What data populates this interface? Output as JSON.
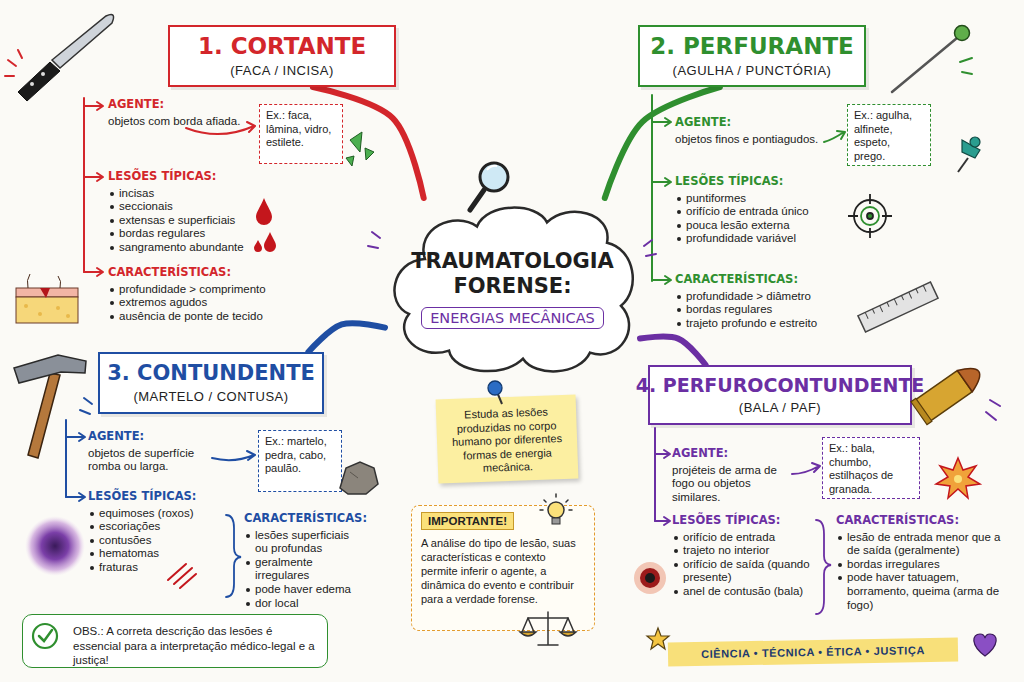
{
  "diagram": {
    "nodes": [
      {
        "text": [
          "1. CORTANTE",
          "(FACA / INCISA)"
        ]
      },
      {
        "text": [
          "Ex.: faca, lâmina, vidro, estilete."
        ]
      },
      {
        "text": [
          "2. PERFURANTE",
          "(AGULHA / PUNCTÓRIA)"
        ]
      },
      {
        "text": [
          "Ex.: agulha, alfinete, espeto, prego."
        ]
      },
      {
        "text": [
          "TRAUMATOLOGIA FORENSE:",
          "ENERGIAS MECÂNICAS"
        ]
      },
      {
        "text": [
          "Estuda as lesões produzidas no corpo humano por diferentes formas de energia mecânica."
        ]
      },
      {
        "text": [
          "3. CONTUNDENTE",
          "(MARTELO / CONTUSA)"
        ]
      },
      {
        "text": [
          "Ex.: martelo, pedra, cabo, paulão."
        ]
      },
      {
        "text": [
          "4. PERFUROCONTUNDENTE",
          "(BALA / PAF)"
        ]
      },
      {
        "text": [
          "Ex.: bala, chumbo, estilhaços de granada."
        ]
      },
      {
        "text": [
          "IMPORTANTE!",
          "A análise do tipo de lesão, suas características e contexto permite inferir o agente, a dinâmica do evento e contribuir para a verdade forense."
        ]
      },
      {
        "text": [
          "OBS.: A correta descrição das lesões é essencial para a interpretação médico-legal e a justiça!"
        ]
      },
      {
        "text": [
          "CIÊNCIA • TÉCNICA • ÉTICA • JUSTIÇA"
        ]
      }
    ],
    "edges": [
      {
        "from": 4,
        "to": 0,
        "arrow": "none"
      },
      {
        "from": 4,
        "to": 2,
        "arrow": "none"
      },
      {
        "from": 4,
        "to": 6,
        "arrow": "none"
      },
      {
        "from": 4,
        "to": 8,
        "arrow": "none"
      }
    ],
    "labels": [
      "AGENTE:",
      "objetos com borda afiada.",
      "LESÕES TÍPICAS:",
      "incisas",
      "seccionais",
      "extensas e superficiais",
      "bordas regulares",
      "sangramento abundante",
      "CARACTERÍSTICAS:",
      "profundidade > comprimento",
      "extremos agudos",
      "ausência de ponte de tecido",
      "AGENTE:",
      "objetos finos e pontiagudos.",
      "LESÕES TÍPICAS:",
      "puntiformes",
      "orifício de entrada único",
      "pouca lesão externa",
      "profundidade variável",
      "CARACTERÍSTICAS:",
      "profundidade > diâmetro",
      "bordas regulares",
      "trajeto profundo e estreito",
      "AGENTE:",
      "objetos de superfície romba ou larga.",
      "LESÕES TÍPICAS:",
      "equimoses (roxos)",
      "escoriações",
      "contusões",
      "hematomas",
      "fraturas",
      "CARACTERÍSTICAS:",
      "lesões superficiais ou profundas",
      "geralmente irregulares",
      "pode haver edema",
      "dor local",
      "AGENTE:",
      "projéteis de arma de fogo ou objetos similares.",
      "LESÕES TÍPICAS:",
      "orifício de entrada",
      "trajeto no interior",
      "orifício de saída (quando presente)",
      "anel de contusão (bala)",
      "CARACTERÍSTICAS:",
      "lesão de entrada menor que a de saída (geralmente)",
      "bordas irregulares",
      "pode haver tatuagem, borramento, queima (arma de fogo)"
    ]
  }
}
